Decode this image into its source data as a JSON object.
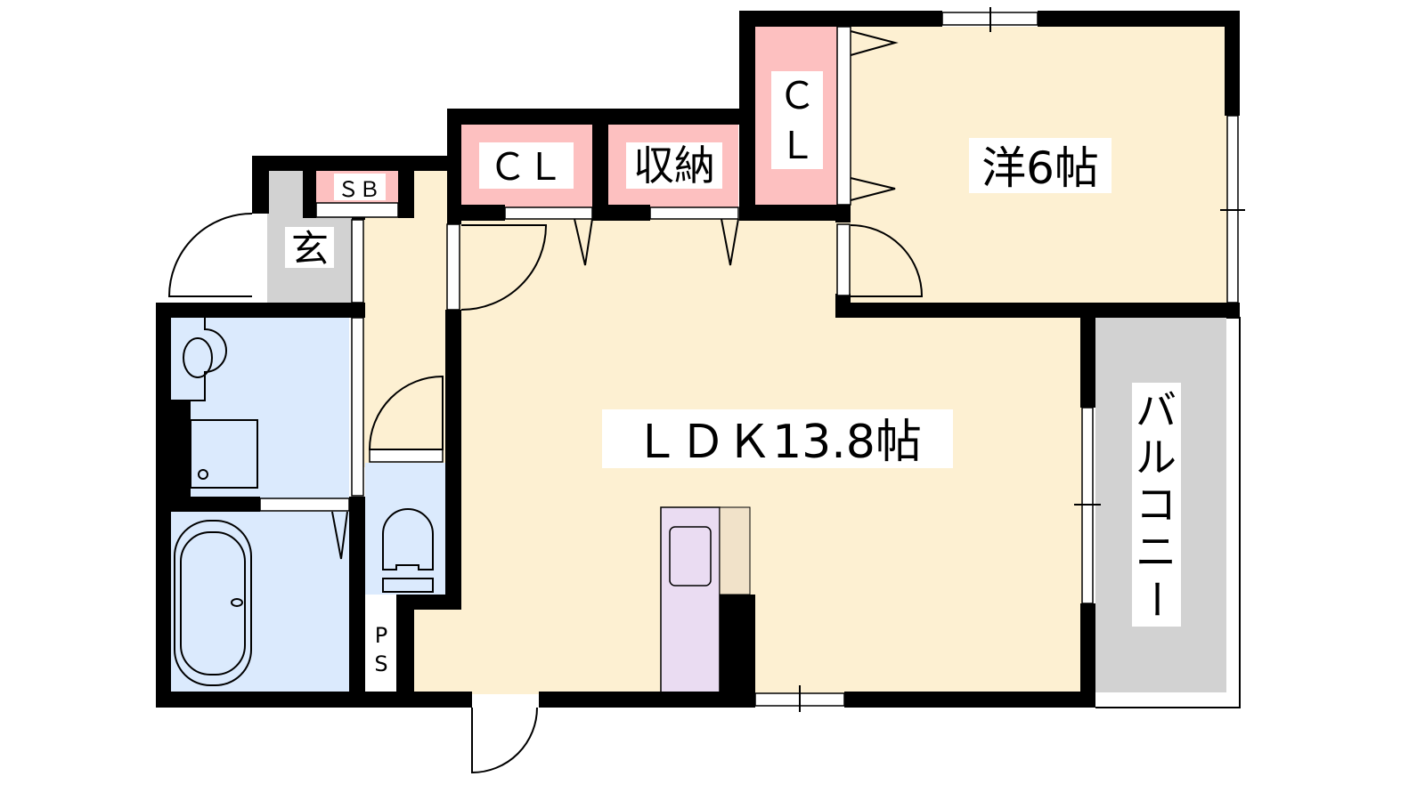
{
  "floor_plan": {
    "rooms": {
      "western": {
        "label": "洋6帖"
      },
      "ldk": {
        "label": "ＬＤＫ13.8帖"
      },
      "closet_1": {
        "label": "ＣＬ"
      },
      "storage": {
        "label": "収納"
      },
      "closet_2": {
        "label_line1": "Ｃ",
        "label_line2": "Ｌ"
      },
      "entrance": {
        "label": "玄"
      },
      "shoe_box": {
        "label": "ＳＢ"
      },
      "pipe_space": {
        "label_line1": "P",
        "label_line2": "S"
      },
      "balcony": {
        "label_lines": [
          "バ",
          "ル",
          "コ",
          "ニ",
          "ー"
        ]
      }
    },
    "colors": {
      "living": "#fdf0d2",
      "storage": "#fdc0c0",
      "wet_area": "#dbeafd",
      "entrance": "#d2d2d2",
      "balcony": "#d2d2d2",
      "kitchen": "#eadcf2",
      "counter": "#f1e2c9"
    }
  }
}
